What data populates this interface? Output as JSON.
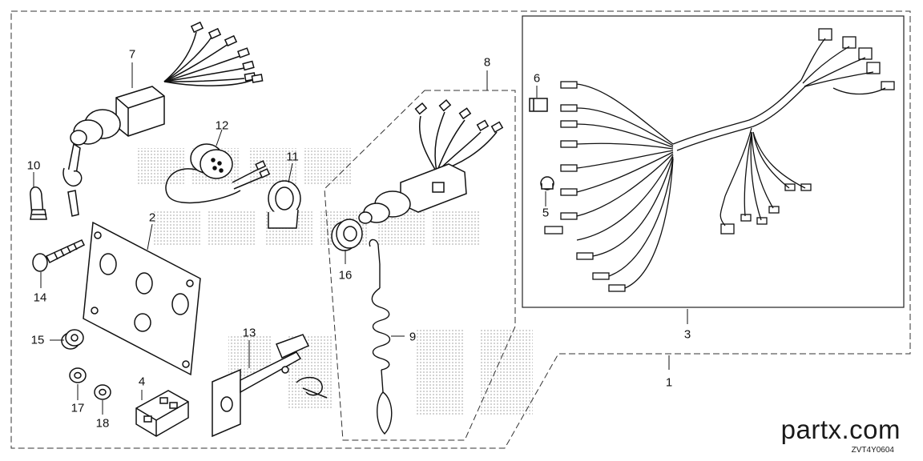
{
  "watermark": {
    "text": "partx.com",
    "code": "ZVT4Y0604"
  },
  "callouts": [
    {
      "ref": "1",
      "label": "1"
    },
    {
      "ref": "2",
      "label": "2"
    },
    {
      "ref": "3",
      "label": "3"
    },
    {
      "ref": "4",
      "label": "4"
    },
    {
      "ref": "5",
      "label": "5"
    },
    {
      "ref": "6",
      "label": "6"
    },
    {
      "ref": "7",
      "label": "7"
    },
    {
      "ref": "8",
      "label": "8"
    },
    {
      "ref": "9",
      "label": "9"
    },
    {
      "ref": "10",
      "label": "10"
    },
    {
      "ref": "11",
      "label": "11"
    },
    {
      "ref": "12",
      "label": "12"
    },
    {
      "ref": "13",
      "label": "13"
    },
    {
      "ref": "14",
      "label": "14"
    },
    {
      "ref": "15",
      "label": "15"
    },
    {
      "ref": "16",
      "label": "16"
    },
    {
      "ref": "17",
      "label": "17"
    },
    {
      "ref": "18",
      "label": "18"
    }
  ]
}
